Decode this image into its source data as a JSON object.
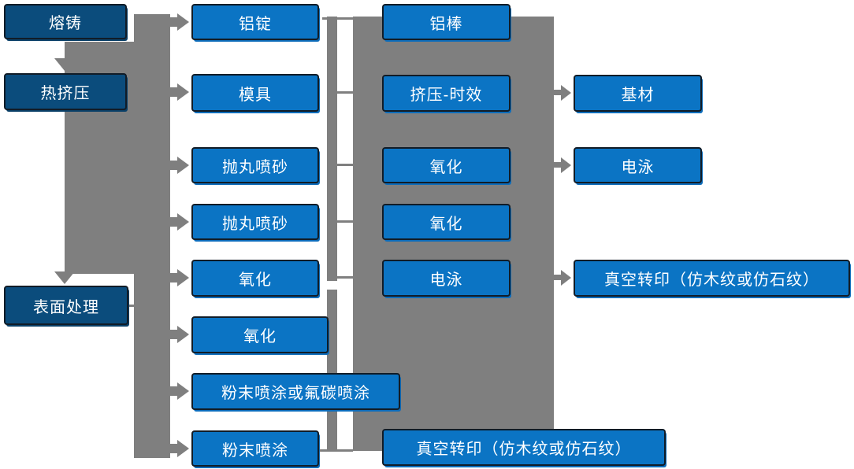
{
  "diagram_title": "",
  "colors": {
    "process_box_blue": "#0b74c4",
    "stage_box_navy": "#0b4c7c",
    "box_border": "#111c27",
    "connector_gray": "#7f7f7f",
    "text": "#ffffff",
    "background": "#ffffff"
  },
  "nodes": {
    "melt": {
      "label": "熔铸"
    },
    "hot_extrusion": {
      "label": "热挤压"
    },
    "surface_treatment": {
      "label": "表面处理"
    },
    "al_ingot": {
      "label": "铝锭"
    },
    "mold": {
      "label": "模具"
    },
    "shot_blast_a": {
      "label": "抛丸喷砂"
    },
    "shot_blast_b": {
      "label": "抛丸喷砂"
    },
    "oxidation_a": {
      "label": "氧化"
    },
    "oxidation_b": {
      "label": "氧化"
    },
    "powder_fluorocarbon": {
      "label": "粉末喷涂或氟碳喷涂"
    },
    "powder": {
      "label": "粉末喷涂"
    },
    "al_rod": {
      "label": "铝棒"
    },
    "extrusion_aging": {
      "label": "挤压-时效"
    },
    "oxidation_c": {
      "label": "氧化"
    },
    "oxidation_d": {
      "label": "氧化"
    },
    "electrophoresis_a": {
      "label": "电泳"
    },
    "vacuum_transfer_a": {
      "label": "真空转印（仿木纹或仿石纹）"
    },
    "base_material": {
      "label": "基材"
    },
    "electrophoresis_b": {
      "label": "电泳"
    },
    "vacuum_transfer_c": {
      "label": "真空转印（仿木纹或仿石纹）"
    }
  },
  "connections": {
    "stage_flow": [
      "熔铸",
      "热挤压",
      "表面处理"
    ],
    "left_band_arrow_targets": [
      "铝锭",
      "模具",
      "抛丸喷砂",
      "抛丸喷砂",
      "氧化",
      "氧化",
      "粉末喷涂或氟碳喷涂",
      "粉末喷涂"
    ],
    "right_block_arrow_targets": [
      "基材",
      "电泳",
      "真空转印（仿木纹或仿石纹）"
    ]
  }
}
